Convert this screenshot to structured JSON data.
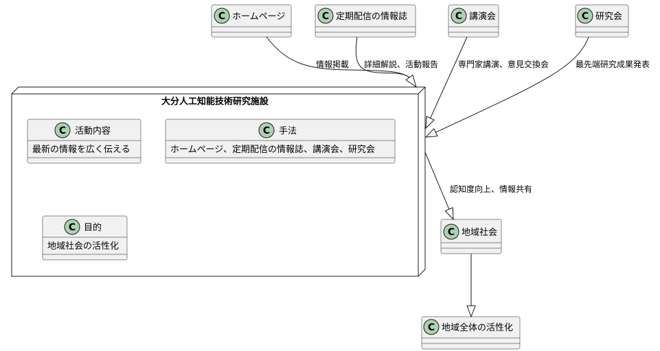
{
  "class_icon": "C",
  "top_classes": {
    "homepage": "ホームページ",
    "newsletter": "定期配信の情報誌",
    "lecture": "講演会",
    "study_group": "研究会"
  },
  "facility": {
    "title": "大分人工知能技術研究施設",
    "activity": {
      "name": "活動内容",
      "body": "最新の情報を広く伝える"
    },
    "method": {
      "name": "手法",
      "body": "ホームページ、定期配信の情報誌、講演会、研究会"
    },
    "purpose": {
      "name": "目的",
      "body": "地域社会の活性化"
    }
  },
  "targets": {
    "community": "地域社会",
    "region": "地域全体の活性化"
  },
  "edges": {
    "homepage": "情報掲載",
    "newsletter": "詳細解説、活動報告",
    "lecture": "専門家講演、意見交換会",
    "study_group": "最先端研究成果発表",
    "facility": "認知度向上、情報共有"
  },
  "colors": {
    "class_fill": "#F1F1F1",
    "icon_fill": "#ADD1B2",
    "stroke": "#181818"
  }
}
